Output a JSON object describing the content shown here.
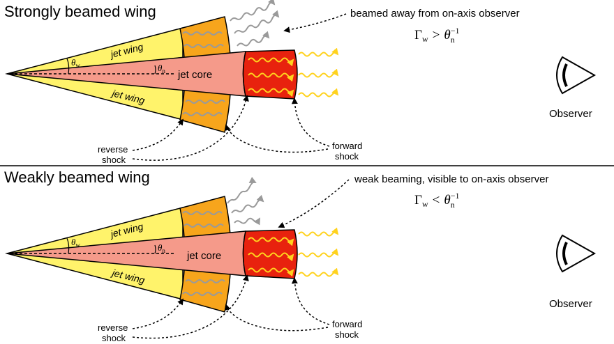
{
  "panels": [
    {
      "title": "Strongly beamed wing",
      "annotation": "beamed away from on-axis observer",
      "condition": {
        "lhs": "Γ",
        "lhs_sub": "w",
        "op": ">",
        "rhs": "θ",
        "rhs_sub": "n",
        "rhs_sup": "−1"
      },
      "labels": {
        "wing_upper": "jet wing",
        "wing_lower": "jet wing",
        "core": "jet core",
        "theta_w": "θ",
        "theta_w_sub": "w",
        "theta_n": "θ",
        "theta_n_sub": "n",
        "reverse_shock": [
          "reverse",
          "shock"
        ],
        "forward_shock": [
          "forward",
          "shock"
        ],
        "observer": "Observer"
      }
    },
    {
      "title": "Weakly beamed wing",
      "annotation": "weak beaming, visible to on-axis observer",
      "condition": {
        "lhs": "Γ",
        "lhs_sub": "w",
        "op": "<",
        "rhs": "θ",
        "rhs_sub": "n",
        "rhs_sup": "−1"
      },
      "labels": {
        "wing_upper": "jet wing",
        "wing_lower": "jet wing",
        "core": "jet core",
        "theta_w": "θ",
        "theta_w_sub": "w",
        "theta_n": "θ",
        "theta_n_sub": "n",
        "reverse_shock": [
          "reverse",
          "shock"
        ],
        "forward_shock": [
          "forward",
          "shock"
        ],
        "observer": "Observer"
      }
    }
  ],
  "colors": {
    "wing": "#FFF36B",
    "core": "#F59A8A",
    "wing_shocked": "#F7A51C",
    "core_shocked": "#E8220E",
    "wiggle_wing": "#9A9A9A",
    "wiggle_core": "#FFD21E",
    "stroke": "#000000"
  },
  "icons": {
    "observer": "eye-icon"
  }
}
